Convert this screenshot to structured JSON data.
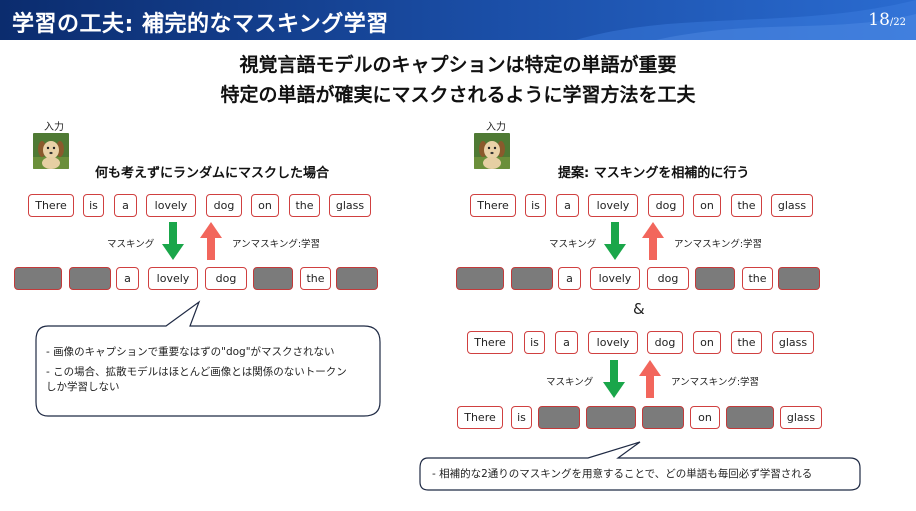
{
  "header": {
    "title": "学習の工夫: 補完的なマスキング学習",
    "page_current": "18",
    "page_total": "/22"
  },
  "headline": {
    "line1": "視覚言語モデルのキャプションは特定の単語が重要",
    "line2": "特定の単語が確実にマスクされるように学習方法を工夫"
  },
  "colors": {
    "header_dark": "#0b2c6e",
    "header_light": "#2a6bd0",
    "token_border": "#d04040",
    "mask_fill": "#7b7b7b",
    "arrow_down": "#1aa64a",
    "arrow_up": "#f2665c"
  },
  "left": {
    "input_label": "入力",
    "title": "何も考えずにランダムにマスクした場合",
    "tokens": [
      "There",
      "is",
      "a",
      "lovely",
      "dog",
      "on",
      "the",
      "glass"
    ],
    "masked_tokens": [
      "",
      "",
      "a",
      "lovely",
      "dog",
      "",
      "the",
      ""
    ],
    "mask_label": "マスキング",
    "unmask_label": "アンマスキング:学習",
    "callout_line1": "- 画像のキャプションで重要なはずの\"dog\"がマスクされない",
    "callout_line2": "- この場合、拡散モデルはほとんど画像とは関係のないトークン",
    "callout_line3": "しか学習しない"
  },
  "right": {
    "input_label": "入力",
    "title": "提案: マスキングを相補的に行う",
    "tokens": [
      "There",
      "is",
      "a",
      "lovely",
      "dog",
      "on",
      "the",
      "glass"
    ],
    "masked_tokens_a": [
      "",
      "",
      "a",
      "lovely",
      "dog",
      "",
      "the",
      ""
    ],
    "ampersand": "&",
    "tokens_b": [
      "There",
      "is",
      "a",
      "lovely",
      "dog",
      "on",
      "the",
      "glass"
    ],
    "masked_tokens_b": [
      "There",
      "is",
      "",
      "",
      "",
      "on",
      "",
      "glass"
    ],
    "mask_label": "マスキング",
    "unmask_label": "アンマスキング:学習",
    "callout_text": "- 相補的な2通りのマスキングを用意することで、どの単語も毎回必ず学習される"
  },
  "icons": [
    "dog-photo",
    "arrow-down-icon",
    "arrow-up-icon",
    "speech-callout"
  ]
}
